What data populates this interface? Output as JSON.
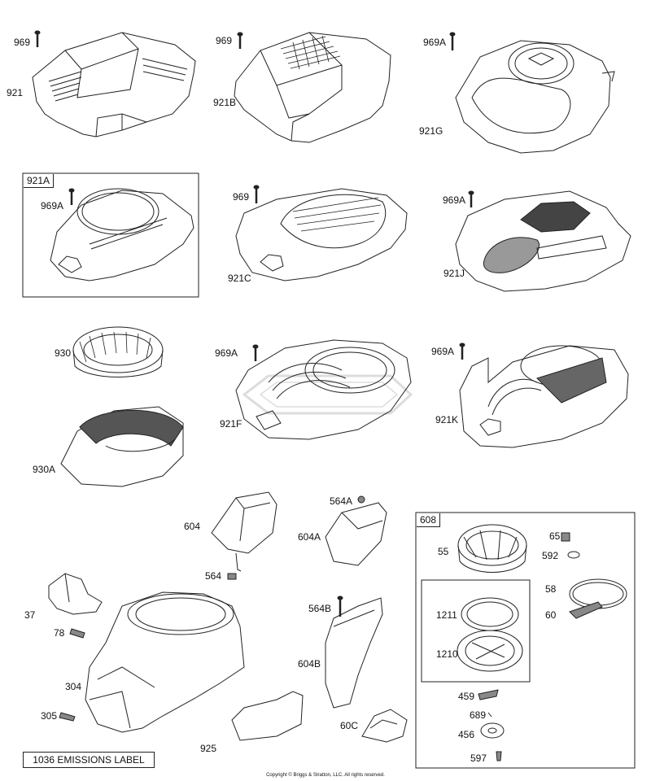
{
  "diagram": {
    "labels": {
      "l969_1": "969",
      "l921": "921",
      "l969_2": "969",
      "l921B": "921B",
      "l969A_1": "969A",
      "l921G": "921G",
      "l969A_2": "969A",
      "l969_3": "969",
      "l921C": "921C",
      "l969A_3": "969A",
      "l921J": "921J",
      "l930": "930",
      "l930A": "930A",
      "l969A_4": "969A",
      "l921F": "921F",
      "l969A_5": "969A",
      "l921K": "921K",
      "l604": "604",
      "l564": "564",
      "l564A": "564A",
      "l604A": "604A",
      "l564B": "564B",
      "l604B": "604B",
      "l37": "37",
      "l78": "78",
      "l304": "304",
      "l305": "305",
      "l925": "925",
      "l60C": "60C",
      "l55": "55",
      "l65": "65",
      "l592": "592",
      "l58": "58",
      "l60": "60",
      "l1211": "1211",
      "l1210": "1210",
      "l459": "459",
      "l689": "689",
      "l456": "456",
      "l597": "597"
    },
    "box_921A": "921A",
    "box_608": "608",
    "emissions_label": "1036 EMISSIONS LABEL",
    "copyright": "Copyright © Briggs & Stratton, LLC. All rights reserved."
  }
}
